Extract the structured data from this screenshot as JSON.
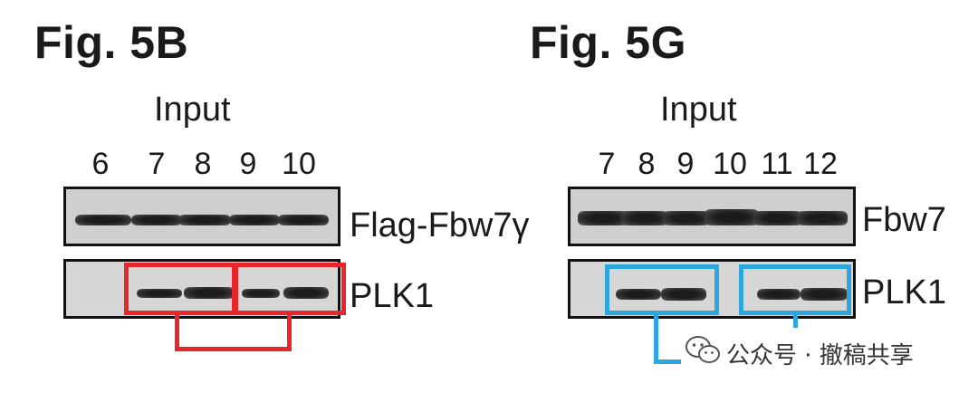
{
  "panels": [
    {
      "title": "Fig. 5B",
      "input_label": "Input",
      "lanes": [
        "6",
        "7",
        "8",
        "9",
        "10"
      ],
      "blots": [
        {
          "label": "Flag-Fbw7γ"
        },
        {
          "label": "PLK1"
        }
      ],
      "highlight_color": "#e8262b"
    },
    {
      "title": "Fig. 5G",
      "input_label": "Input",
      "lanes": [
        "7",
        "8",
        "9",
        "10",
        "11",
        "12"
      ],
      "blots": [
        {
          "label": "Fbw7"
        },
        {
          "label": "PLK1"
        }
      ],
      "highlight_color": "#2ba6de"
    }
  ],
  "watermark": {
    "text": "公众号 · 撤稿共享",
    "icon": "wechat-icon"
  }
}
